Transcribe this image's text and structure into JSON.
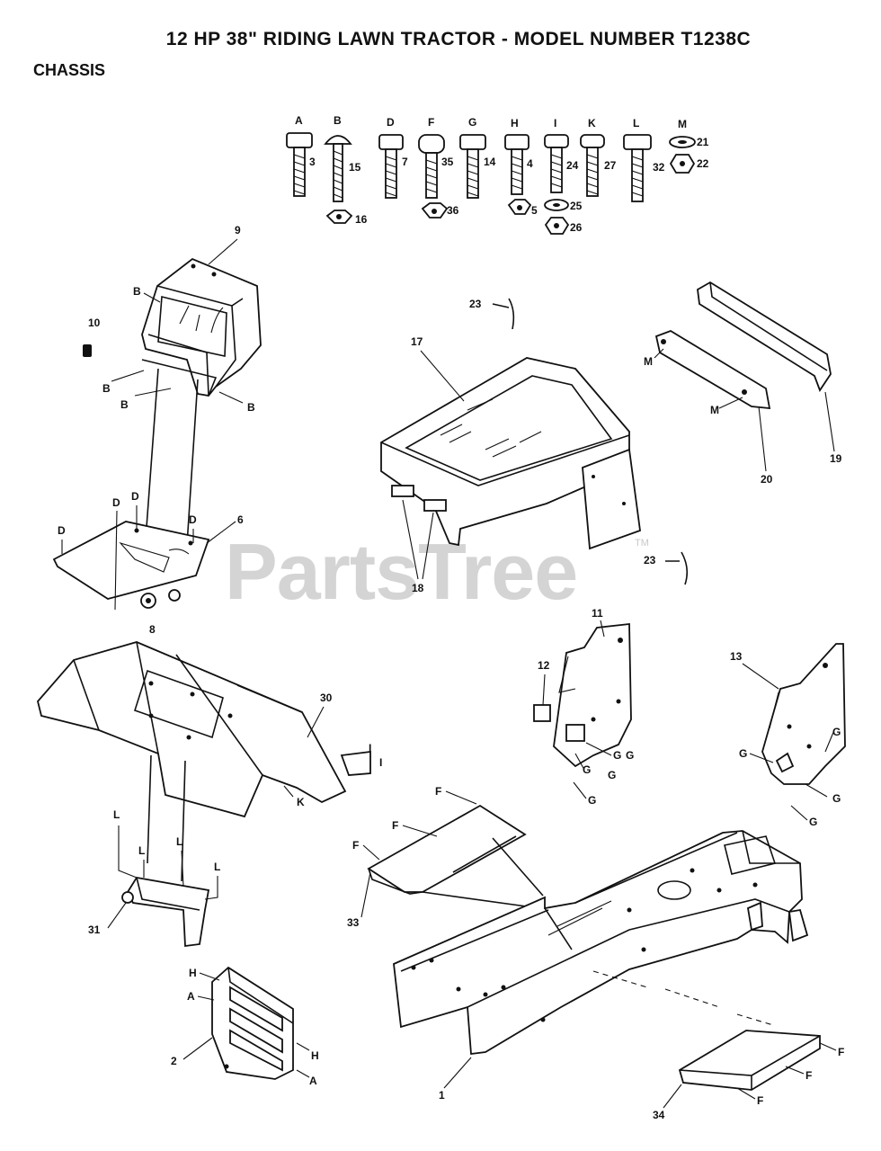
{
  "title": "12 HP 38\" RIDING LAWN TRACTOR - MODEL NUMBER T1238C",
  "section": "CHASSIS",
  "watermark": "PartsTree",
  "watermark_mark": "TM",
  "hardware_letters": [
    "A",
    "B",
    "D",
    "F",
    "G",
    "H",
    "I",
    "K",
    "L",
    "M"
  ],
  "hardware_numbers": [
    "3",
    "15",
    "16",
    "7",
    "35",
    "36",
    "14",
    "4",
    "5",
    "24",
    "25",
    "26",
    "27",
    "32",
    "21",
    "22"
  ],
  "callouts": {
    "c9": "9",
    "c10": "10",
    "c6": "6",
    "c8": "8",
    "c17": "17",
    "c18": "18",
    "c19": "19",
    "c20": "20",
    "c23a": "23",
    "c23b": "23",
    "c11": "11",
    "c12": "12",
    "c13": "13",
    "c30": "30",
    "c31": "31",
    "c33": "33",
    "c2": "2",
    "c1": "1",
    "c34": "34"
  },
  "letters": {
    "B": "B",
    "D": "D",
    "M": "M",
    "G": "G",
    "I": "I",
    "K": "K",
    "L": "L",
    "F": "F",
    "H": "H",
    "A": "A"
  }
}
